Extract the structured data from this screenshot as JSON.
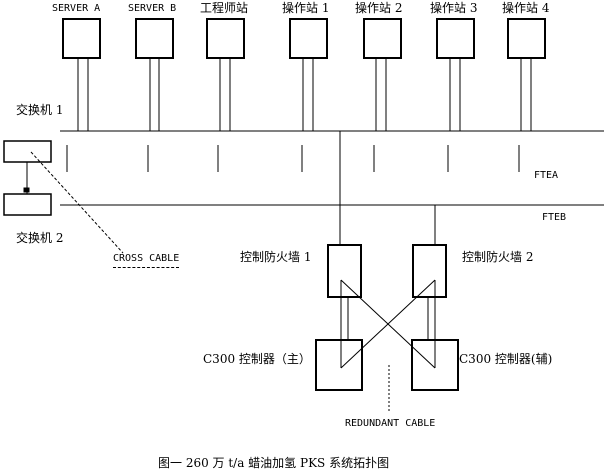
{
  "stations": {
    "server_a": "SERVER A",
    "server_b": "SERVER B",
    "engineer": "工程师站",
    "op1": "操作站 1",
    "op2": "操作站 2",
    "op3": "操作站 3",
    "op4": "操作站 4"
  },
  "switches": {
    "sw1": "交换机 1",
    "sw2": "交换机 2"
  },
  "networks": {
    "ftea": "FTEA",
    "fteb": "FTEB"
  },
  "cables": {
    "cross": "CROSS CABLE",
    "redundant": "REDUNDANT CABLE"
  },
  "firewalls": {
    "fw1": "控制防火墙 1",
    "fw2": "控制防火墙 2"
  },
  "controllers": {
    "main": "C300 控制器（主）",
    "aux": "C300 控制器(辅)"
  },
  "caption": "图一  260 万 t/a 蜡油加氢 PKS 系统拓扑图"
}
